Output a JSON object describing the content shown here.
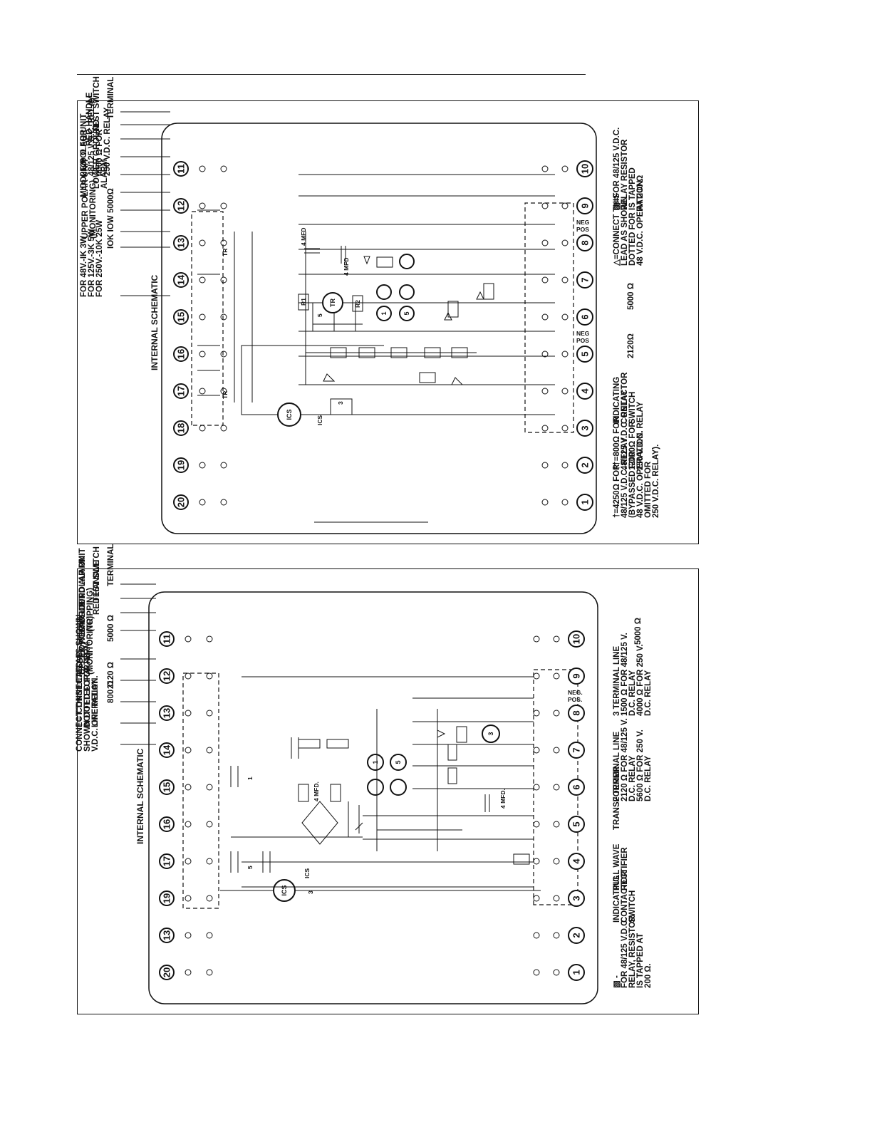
{
  "top_diagram": {
    "title": "INTERNAL SCHEMATIC",
    "terminals_top": [
      "20",
      "19",
      "18",
      "17",
      "16",
      "15",
      "14",
      "13",
      "12",
      "11"
    ],
    "terminals_bottom": [
      "1",
      "2",
      "3",
      "4",
      "5",
      "6",
      "7",
      "8",
      "9",
      "10"
    ],
    "pos_neg_5": [
      "POS",
      "NEG"
    ],
    "pos_neg_8": [
      "POS",
      "NEG"
    ],
    "labels": {
      "l1": [
        "FOR 48V.-IK 3W",
        "FOR 125V.-3K 5W",
        "FOR 250V.-10K 25W"
      ],
      "l2": [
        "IOK IOW"
      ],
      "l3": [
        "UPPER POLAR UNIT",
        "(MONITORING)"
      ],
      "l4": [
        "5000Ω"
      ],
      "l5": [
        "MIDDLE POLAR UNIT"
      ],
      "l6": [
        "LOWER GROUND",
        "ALARM"
      ],
      "l7": [
        "2120 Ω FOR",
        "48/125 V.D.C. RELAY",
        "4000 Ω FOR",
        "250 V.D.C. RELAY"
      ],
      "l8": [
        "RED HANDLE"
      ],
      "l9": [
        "TEST SWITCH"
      ],
      "l10": [
        "TERMINAL"
      ],
      "n1": [
        "†=4250Ω FOR",
        "48/125 V.D.C. RELAY",
        "(BYPASSED FOR",
        "48 V.D.C. OPERATION.",
        "OMITTED FOR",
        "250 V.D.C. RELAY)."
      ],
      "n2": [
        "††=800Ω FOR",
        "48/125 V.D.C. RELAY",
        "12000Ω FOR",
        "250 V.D.C. RELAY"
      ],
      "n3": [
        "INDICATING",
        "CONTACTOR",
        "SWITCH"
      ],
      "n4": [
        "2120Ω"
      ],
      "n5": [
        "5000 Ω"
      ],
      "n6": [
        "△=CONNECT THIS",
        "LEAD AS SHOWN",
        "DOTTED FOR",
        "48 V.D.C. OPERATION"
      ],
      "n7": [
        "▧=FOR 48/125 V.D.C.",
        "RELAY RESISTOR",
        "IS TAPPED",
        "AT 200 Ω"
      ]
    },
    "component_marks": {
      "ics": "ICS",
      "ics_cap": "ICS",
      "cap3": "3",
      "tr": "TR",
      "tr1": "TR",
      "tr2": "TR",
      "r1": "R1",
      "r2": "R2",
      "unit1": "1",
      "unit5": "5",
      "mfd": "4 MFD",
      "mfd2": "4 MFD",
      "cap5": "5"
    }
  },
  "bottom_diagram": {
    "title": "INTERNAL SCHEMATIC",
    "terminals_top": [
      "20",
      "13",
      "19",
      "17",
      "16",
      "15",
      "14",
      "13",
      "12",
      "11"
    ],
    "terminals_bottom": [
      "1",
      "2",
      "3",
      "4",
      "5",
      "6",
      "7",
      "8",
      "9",
      "10"
    ],
    "pos_neg_8": [
      "POS.",
      "NEG."
    ],
    "labels": {
      "l1": [
        "CONNECT THIS LEAD AS",
        "SHOWN DOTTED FOR 48",
        "V.D.C. OPERATION."
      ],
      "l2": [
        "† = CONNECTED AS SHOWN",
        "DOTTED FOR 3 TERM.",
        "LINE RELAY"
      ],
      "l3": [
        "800 Ω"
      ],
      "l4": [
        "2120 Ω"
      ],
      "l5": [
        "UPPER POLAR UNIT",
        "(MONITORING)"
      ],
      "l6": [
        "LOWER GROUND ALARM"
      ],
      "l7": [
        "5000 Ω"
      ],
      "l8": [
        "MIDDLE POLAR UNIT",
        "(TRIPPING)"
      ],
      "l9": [
        "RED HANDLE"
      ],
      "l10": [
        "TEST SWITCH"
      ],
      "l11": [
        "TERMINAL"
      ],
      "n1": [
        "▧ -",
        "FOR 48/125 V.D.C.",
        "RELAY, RESISTOR",
        "IS TAPPED AT",
        "200 Ω."
      ],
      "n2": [
        "INDICATING",
        "CONTACTOR",
        "SWITCH"
      ],
      "n3": [
        "FULL WAVE",
        "RECTIFIER"
      ],
      "n4": [
        "TRANSFORMER"
      ],
      "n5": [
        "2 TERMINAL LINE",
        "2120 Ω FOR 48/125 V.",
        "D.C. RELAY",
        "5600 Ω FOR 250 V.",
        "D.C. RELAY"
      ],
      "n6": [
        "3 TERMINAL LINE",
        "1500 Ω FOR 48/125 V.",
        "D.C. RELAY",
        "4000 Ω FOR 250 V.",
        "D.C. RELAY"
      ],
      "n7": [
        "5000 Ω"
      ]
    },
    "component_marks": {
      "ics": "ICS",
      "ics_cap": "ICS",
      "cap3": "3",
      "mfd": "4 MFD.",
      "mfd2": "4 MFD.",
      "unit1": "1",
      "unit5": "5",
      "unit3": "3",
      "cap5": "5",
      "cap1": "1"
    }
  }
}
